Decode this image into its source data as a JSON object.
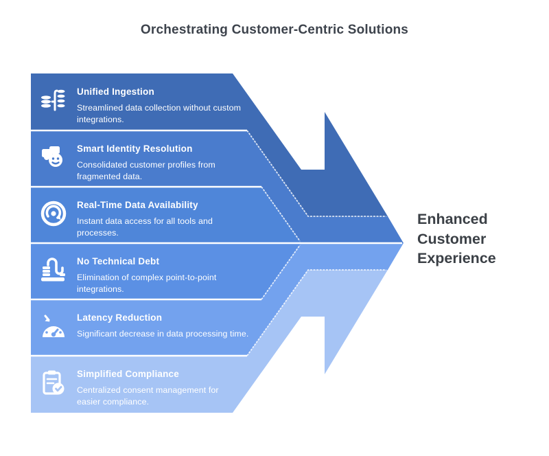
{
  "title": {
    "text": "Orchestrating Customer-Centric Solutions",
    "color": "#3d434c"
  },
  "outcome": {
    "text": "Enhanced Customer Experience",
    "color": "#3b4046"
  },
  "text_color_on_bands": "#ffffff",
  "bands": [
    {
      "title": "Unified Ingestion",
      "description": "Streamlined data collection without custom integrations.",
      "color": "#3f6cb5",
      "icon": "database-ingestion-icon"
    },
    {
      "title": "Smart Identity Resolution",
      "description": "Consolidated customer profiles from fragmented data.",
      "color": "#4a7ccd",
      "icon": "identity-puzzle-icon"
    },
    {
      "title": "Real-Time Data Availability",
      "description": "Instant data access for all tools and processes.",
      "color": "#4f86d9",
      "icon": "realtime-sync-icon"
    },
    {
      "title": "No Technical Debt",
      "description": "Elimination of complex point-to-point integrations.",
      "color": "#5b90e4",
      "icon": "pipeline-blocks-icon"
    },
    {
      "title": "Latency Reduction",
      "description": "Significant decrease in data processing time.",
      "color": "#73a2ee",
      "icon": "speedometer-icon"
    },
    {
      "title": "Simplified Compliance",
      "description": "Centralized consent management for easier compliance.",
      "color": "#a6c4f5",
      "icon": "clipboard-check-icon"
    }
  ]
}
